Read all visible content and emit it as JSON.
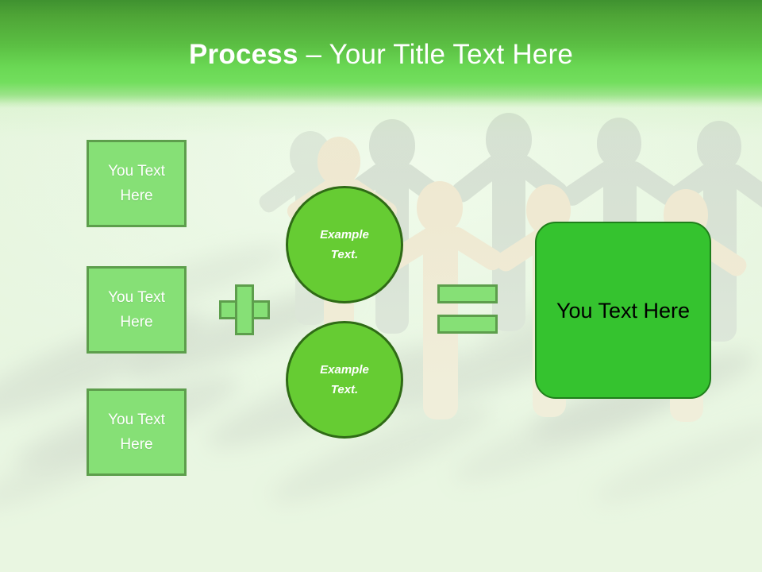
{
  "slide": {
    "title_strong": "Process",
    "title_rest": " – Your Title Text Here",
    "colors": {
      "header_top": "#3f9130",
      "header_bottom": "#72de5d",
      "box_fill": "#86e076",
      "box_border": "#5d9e4c",
      "circle_fill": "#66cc33",
      "circle_border": "#2f6b16",
      "result_fill": "#35c32f",
      "result_border": "#1f7f1b",
      "background": "#e6f6df",
      "title_text": "#ffffff",
      "box_text": "#ffffff",
      "result_text": "#000000"
    }
  },
  "inputs": [
    {
      "line1": "You Text",
      "line2": "Here"
    },
    {
      "line1": "You Text",
      "line2": "Here"
    },
    {
      "line1": "You Text",
      "line2": "Here"
    }
  ],
  "operators": {
    "plus": "plus-sign",
    "equals": "equals-sign"
  },
  "circles": [
    {
      "line1": "Example",
      "line2": "Text."
    },
    {
      "line1": "Example",
      "line2": "Text."
    }
  ],
  "result": {
    "label": "You Text Here"
  }
}
